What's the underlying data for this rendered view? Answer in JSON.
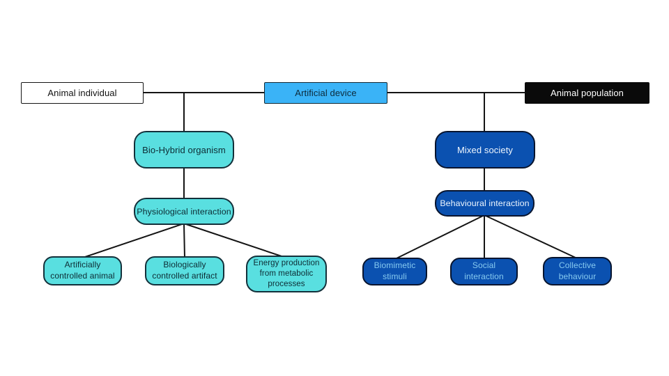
{
  "title": "Bio-hybrid systems taxonomy diagram",
  "colors": {
    "background": "#ffffff",
    "line": "#141414",
    "cyan_fill": "#59DFE0",
    "cyan_border": "#13303a",
    "cyan_text": "#0d2b33",
    "skyblue_fill": "#3AB3F7",
    "skyblue_border": "#102733",
    "skyblue_text": "#0c2a3a",
    "blue_fill": "#0B51B0",
    "blue_border": "#07142e",
    "blue_text_bright": "#eef6fe",
    "blue_text_light": "#86caf0",
    "white_fill": "#ffffff",
    "white_box_text": "#121212",
    "black_fill": "#0a0a0a",
    "black_box_text": "#ffffff"
  },
  "nodes": {
    "animal_individual": "Animal individual",
    "artificial_device": "Artificial device",
    "animal_population": "Animal population",
    "bio_hybrid_organism": "Bio-Hybrid organism",
    "physiological_interaction": "Physiological interaction",
    "artificially_controlled_animal": "Artificially controlled animal",
    "biologically_controlled_artifact": "Biologically controlled artifact",
    "energy_production": "Energy production from metabolic processes",
    "mixed_society": "Mixed society",
    "behavioural_interaction": "Behavioural interaction",
    "biomimetic_stimuli": "Biomimetic stimuli",
    "social_interaction": "Social interaction",
    "collective_behaviour": "Collective behaviour"
  }
}
